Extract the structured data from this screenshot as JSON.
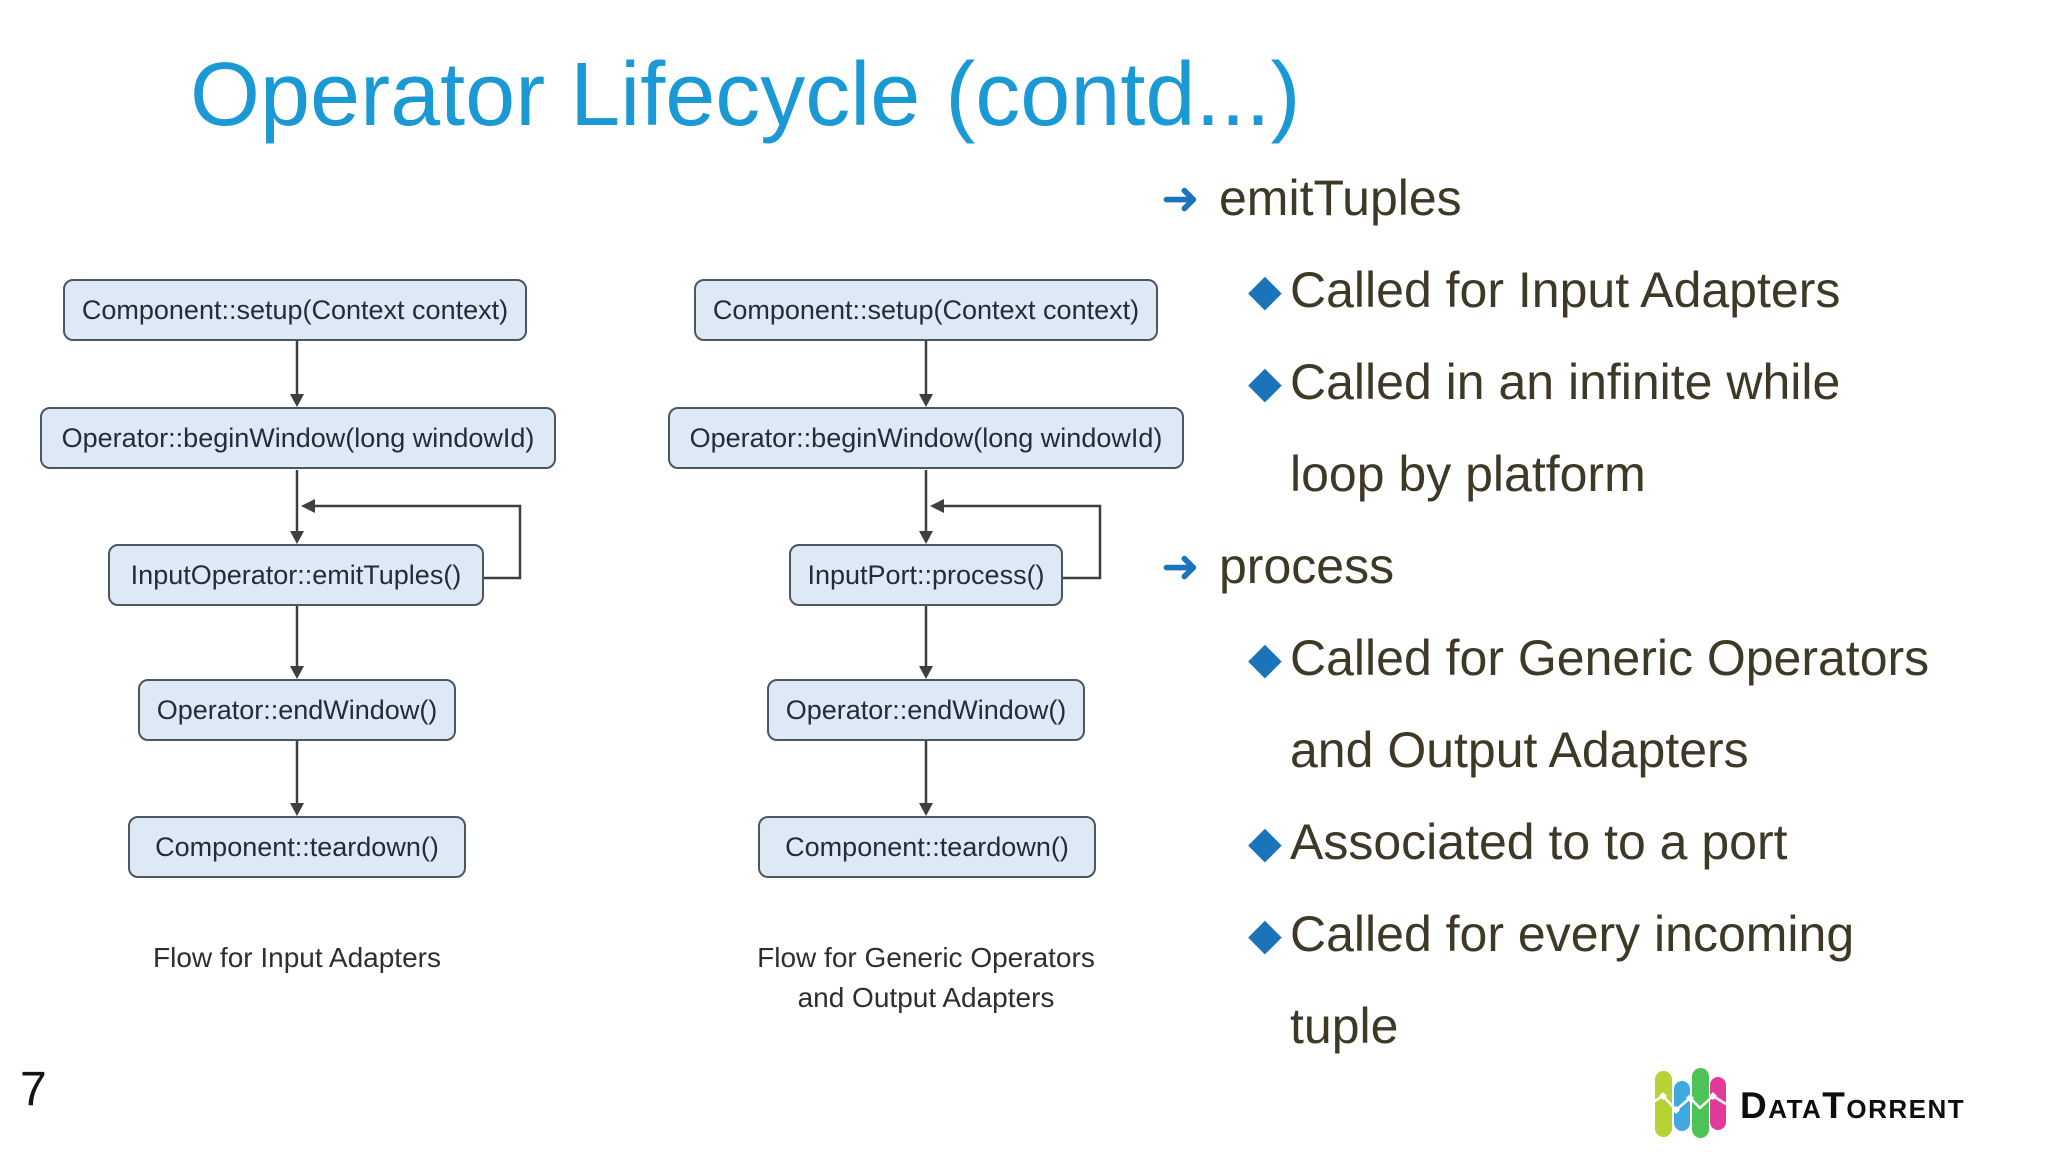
{
  "slide": {
    "title": "Operator Lifecycle (contd...)"
  },
  "colors": {
    "title_blue": "#1b99d5",
    "bullet_blue": "#1b73b9",
    "box_fill": "#dde9f5",
    "box_border": "#4e5662",
    "body_text": "#3e3827",
    "connector_gray": "#3f3f3f",
    "logo_chartreuse": "#b5d334",
    "logo_blue": "#3fa9e0",
    "logo_green": "#4cc356",
    "logo_magenta": "#e3399b"
  },
  "glyphs": {
    "arrow": "➜",
    "diamond": "◆"
  },
  "flowcharts": [
    {
      "caption_lines": [
        "Flow for Input Adapters"
      ],
      "boxes": [
        "Component::setup(Context context)",
        "Operator::beginWindow(long windowId)",
        "InputOperator::emitTuples()",
        "Operator::endWindow()",
        "Component::teardown()"
      ]
    },
    {
      "caption_lines": [
        "Flow for Generic Operators",
        "and Output Adapters"
      ],
      "boxes": [
        "Component::setup(Context context)",
        "Operator::beginWindow(long windowId)",
        "InputPort::process()",
        "Operator::endWindow()",
        "Component::teardown()"
      ]
    }
  ],
  "right_panel": {
    "rows": [
      {
        "type": "arrow",
        "text": "emitTuples"
      },
      {
        "type": "diamond",
        "text": "Called for Input Adapters"
      },
      {
        "type": "diamond",
        "text": "Called in an infinite while"
      },
      {
        "type": "cont",
        "text": "loop by platform"
      },
      {
        "type": "arrow",
        "text": "process"
      },
      {
        "type": "diamond",
        "text": "Called for Generic Operators"
      },
      {
        "type": "cont",
        "text": "and Output Adapters"
      },
      {
        "type": "diamond",
        "text": "Associated to to a port"
      },
      {
        "type": "diamond",
        "text": "Called for every incoming"
      },
      {
        "type": "cont",
        "text": "tuple"
      }
    ]
  },
  "footer": {
    "page_number": "7",
    "logo_text": "DataTorrent"
  }
}
